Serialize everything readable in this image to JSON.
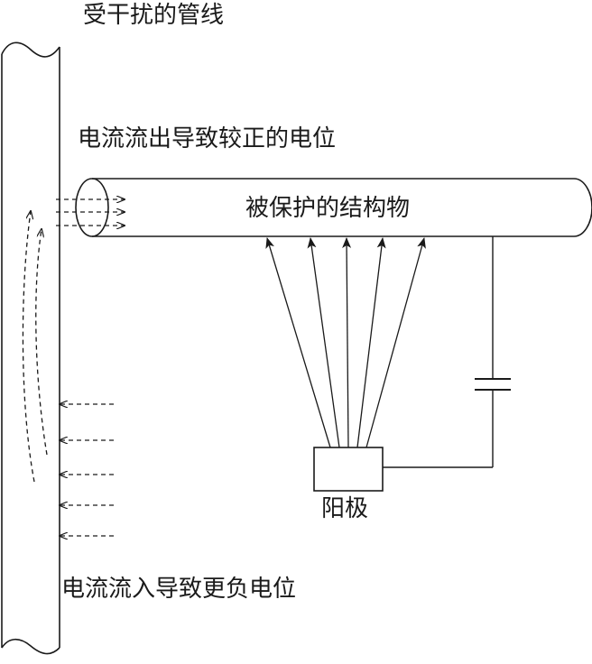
{
  "labels": {
    "disturbed_pipeline": "受干扰的管线",
    "current_out": "电流流出导致较正的电位",
    "protected_structure": "被保护的结构物",
    "anode": "阳极",
    "current_in": "电流流入导致更负电位"
  },
  "colors": {
    "line": "#1a1a1a",
    "background": "#ffffff"
  }
}
